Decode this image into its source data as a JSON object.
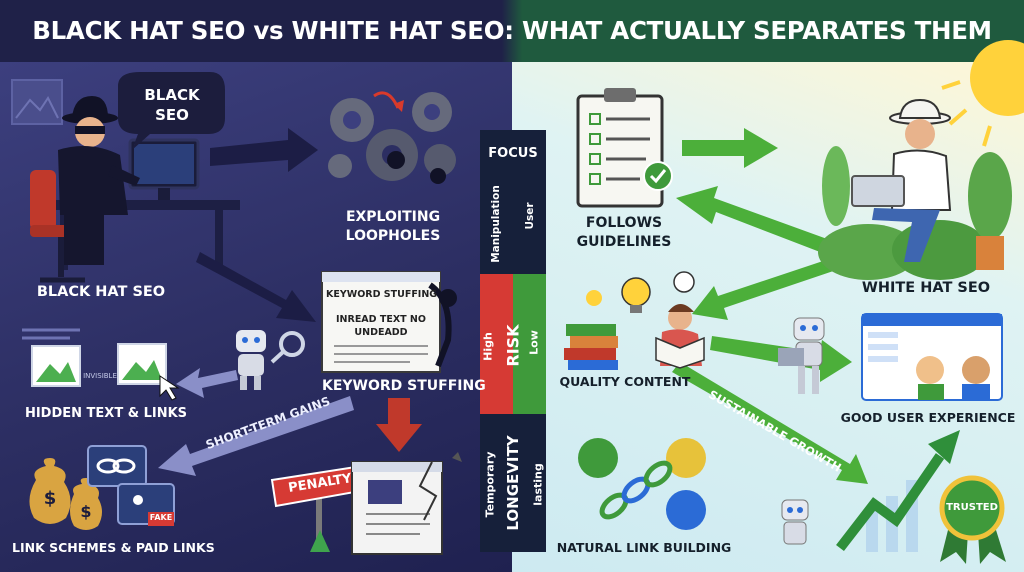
{
  "title": "BLACK HAT SEO vs WHITE HAT SEO: WHAT ACTUALLY SEPARATES THEM",
  "left": {
    "bubble_line1": "BLACK",
    "bubble_line2": "SEO",
    "hacker_label": "BLACK HAT SEO",
    "exploit_line1": "EXPLOITING",
    "exploit_line2": "LOOPHOLES",
    "paper_line1": "KEYWORD STUFFING",
    "paper_line2": "INREAD TEXT NO",
    "paper_line3": "UNDEADD",
    "keyword_label": "KEYWORD STUFFING",
    "invisible_tag": "INVISIBLE",
    "hidden_label": "HIDDEN TEXT & LINKS",
    "short_term": "SHORT-TERM GAINS",
    "penalty": "PENALTY",
    "fake_tag": "FAKE",
    "schemes_label": "LINK SCHEMES & PAID LINKS",
    "dollar": "$"
  },
  "middle": {
    "focus": "FOCUS",
    "manipulation": "Manipulation",
    "user": "User",
    "high": "High",
    "risk": "RISK",
    "low": "Low",
    "temporary": "Temporary",
    "longevity": "LONGEVITY",
    "lasting": "lasting"
  },
  "right": {
    "guidelines_line1": "FOLLOWS",
    "guidelines_line2": "GUIDELINES",
    "white_label": "WHITE HAT SEO",
    "quality_label": "QUALITY CONTENT",
    "ux_label": "GOOD USER EXPERIENCE",
    "sustainable": "SUSTAINABLE GROWTH",
    "natural_label": "NATURAL LINK BUILDING",
    "trusted": "TRUSTED"
  },
  "colors": {
    "left_bg": "#2c2e62",
    "right_bg": "#cdeaf1",
    "green_arrow": "#4caf3a",
    "navy_arrow": "#1c1d45",
    "risk_red": "#d63a34",
    "risk_green": "#3f9a3b",
    "dark_panel": "#16203a"
  }
}
